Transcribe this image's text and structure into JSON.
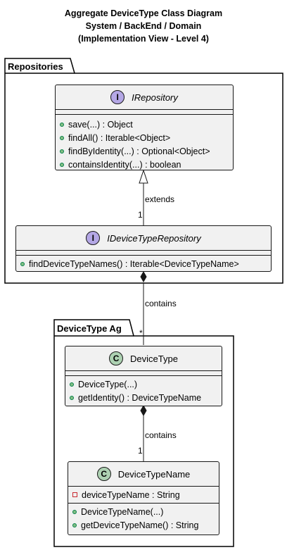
{
  "title": {
    "line1": "Aggregate DeviceType Class Diagram",
    "line2": "System / BackEnd / Domain",
    "line3": "(Implementation View - Level 4)"
  },
  "packages": [
    {
      "label": "Repositories"
    },
    {
      "label": "DeviceType Ag"
    }
  ],
  "classes": {
    "irepository": {
      "name": "IRepository",
      "stereotype_letter": "I",
      "methods": [
        "save(...) : Object",
        "findAll() : Iterable<Object>",
        "findByIdentity(...) : Optional<Object>",
        "containsIdentity(...) : boolean"
      ]
    },
    "idevicetyperepository": {
      "name": "IDeviceTypeRepository",
      "stereotype_letter": "I",
      "methods": [
        "findDeviceTypeNames() : Iterable<DeviceTypeName>"
      ]
    },
    "devicetype": {
      "name": "DeviceType",
      "stereotype_letter": "C",
      "methods": [
        "DeviceType(...)",
        "getIdentity() : DeviceTypeName"
      ]
    },
    "devicetypename": {
      "name": "DeviceTypeName",
      "stereotype_letter": "C",
      "fields": [
        "deviceTypeName : String"
      ],
      "methods": [
        "DeviceTypeName(...)",
        "getDeviceTypeName() : String"
      ]
    }
  },
  "edges": {
    "extends": {
      "label": "extends",
      "multiplicity": "1"
    },
    "contains_repo": {
      "label": "contains",
      "multiplicity": "*"
    },
    "contains_name": {
      "label": "contains",
      "multiplicity": "1"
    }
  }
}
